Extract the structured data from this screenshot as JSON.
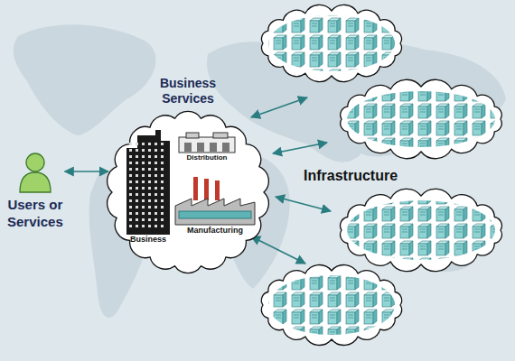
{
  "diagram": {
    "nodes": [
      {
        "text": [
          "Users or Services"
        ]
      },
      {
        "text": [
          "Business Services"
        ]
      },
      {
        "text": [
          "Business"
        ],
        "in": 1
      },
      {
        "text": [
          "Distribution"
        ],
        "in": 1
      },
      {
        "text": [
          "Manufacturing"
        ],
        "in": 1
      }
    ],
    "edges": [
      {
        "from": 0,
        "to": 1,
        "arrow": "both"
      }
    ],
    "labels": [
      "Infrastructure"
    ]
  }
}
